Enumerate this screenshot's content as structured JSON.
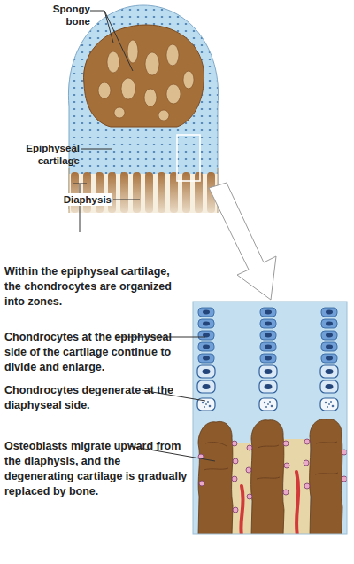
{
  "diagram": {
    "labels": [
      "Spongy bone",
      "Epiphyseal cartilage",
      "Diaphysis",
      "Within the epiphyseal cartilage, the chondrocytes are organized into zones.",
      "Chondrocytes at the epiphyseal side of the cartilage continue to divide and enlarge.",
      "Chondrocytes degenerate at the diaphyseal side.",
      "Osteoblasts migrate upward from the diaphysis, and the degenerating cartilage is gradually replaced by bone."
    ]
  }
}
